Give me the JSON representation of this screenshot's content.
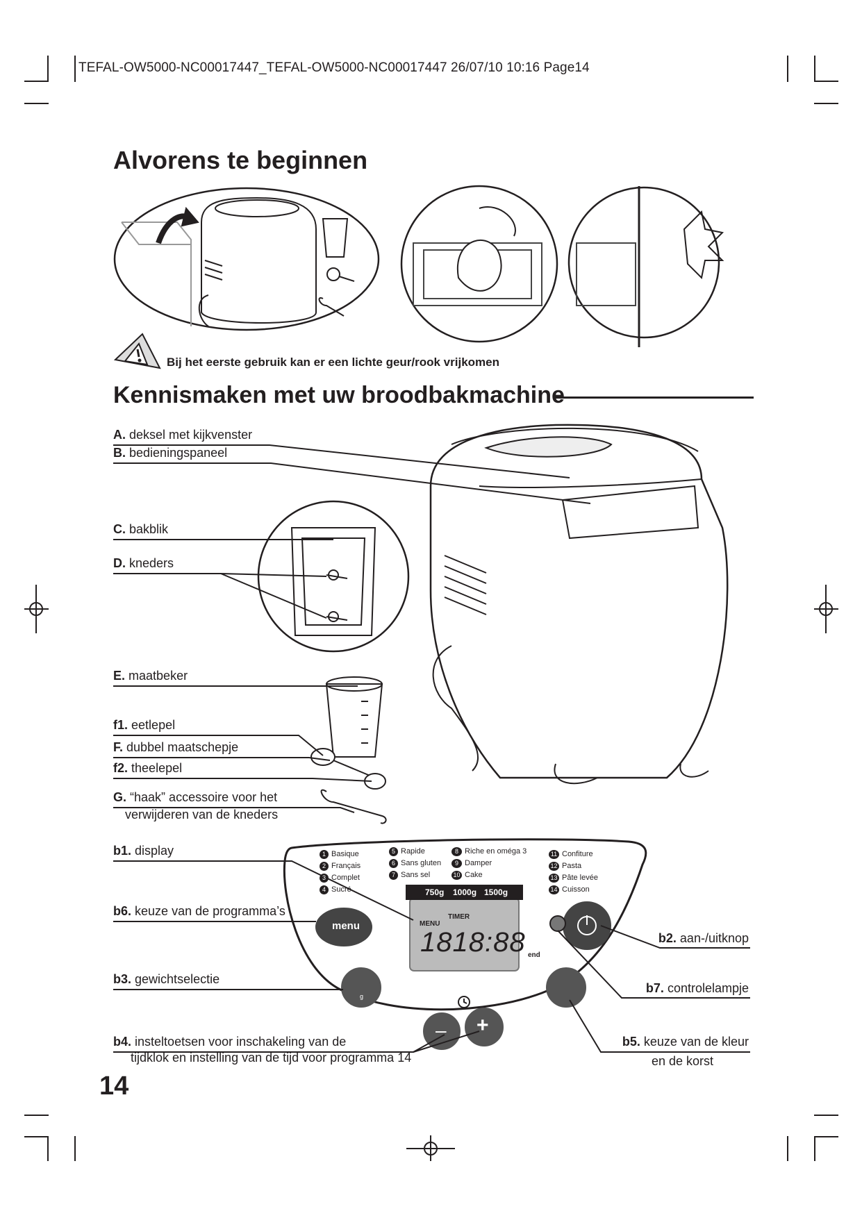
{
  "header": {
    "slug": "TEFAL-OW5000-NC00017447_TEFAL-OW5000-NC00017447  26/07/10  10:16  Page14"
  },
  "section1": {
    "title": "Alvorens te beginnen",
    "warning": "Bij het eerste gebruik kan er een lichte geur/rook vrijkomen"
  },
  "section2": {
    "title": "Kennismaken met uw broodbakmachine"
  },
  "labels": {
    "A": {
      "key": "A.",
      "text": "deksel met kijkvenster"
    },
    "B": {
      "key": "B.",
      "text": "bedieningspaneel"
    },
    "C": {
      "key": "C.",
      "text": "bakblik"
    },
    "D": {
      "key": "D.",
      "text": "kneders"
    },
    "E": {
      "key": "E.",
      "text": "maatbeker"
    },
    "f1": {
      "key": "f1.",
      "text": "eetlepel"
    },
    "F": {
      "key": "F.",
      "text": "dubbel maatschepje"
    },
    "f2": {
      "key": "f2.",
      "text": "theelepel"
    },
    "G": {
      "key": "G.",
      "text": "“haak”  accessoire voor het",
      "text2": "verwijderen van de kneders"
    },
    "b1": {
      "key": "b1.",
      "text": "display"
    },
    "b6": {
      "key": "b6.",
      "text": "keuze van de programma’s"
    },
    "b3": {
      "key": "b3.",
      "text": "gewichtselectie"
    },
    "b4": {
      "key": "b4.",
      "text": "insteltoetsen voor inschakeling van de",
      "text2": "tijdklok en instelling van de tijd voor programma 14"
    },
    "b2": {
      "key": "b2.",
      "text": "aan-/uitknop"
    },
    "b7": {
      "key": "b7.",
      "text": "controlelampje"
    },
    "b5": {
      "key": "b5.",
      "text": "keuze van de kleur",
      "text2": "en de korst"
    }
  },
  "panel": {
    "programs_col1": [
      "Basique",
      "Français",
      "Complet",
      "Sucré"
    ],
    "programs_col2": [
      "Rapide",
      "Sans gluten",
      "Sans sel"
    ],
    "programs_col3": [
      "Riche en oméga 3",
      "Damper",
      "Cake"
    ],
    "programs_col4": [
      "Confiture",
      "Pasta",
      "Pâte levée",
      "Cuisson"
    ],
    "nums_col1": [
      "1",
      "2",
      "3",
      "4"
    ],
    "nums_col2": [
      "5",
      "6",
      "7"
    ],
    "nums_col3": [
      "8",
      "9",
      "10"
    ],
    "nums_col4": [
      "11",
      "12",
      "13",
      "14"
    ],
    "weights": [
      "750g",
      "1000g",
      "1500g"
    ],
    "menu_button": "menu",
    "timer": "TIMER",
    "menu_display": "MENU",
    "display_digits": "1818:88",
    "end": "end",
    "minus": "–",
    "plus": "+",
    "weight_g": "g"
  },
  "page_number": "14"
}
